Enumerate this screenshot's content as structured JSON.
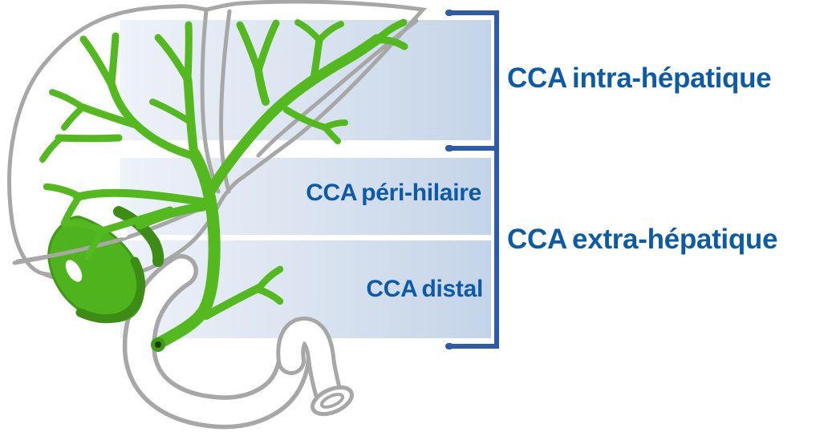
{
  "diagram": {
    "labels": {
      "intra_hepatic": "CCA intra-hépatique",
      "peri_hilar": "CCA péri-hilaire",
      "distal": "CCA distal",
      "extra_hepatic": "CCA extra-hépatique"
    },
    "colors": {
      "label_text_blue": "#0d5aa7",
      "bracket_blue": "#2b5ba9",
      "band_gradient_left": "#eef2f9",
      "band_gradient_right": "#c4d4e8",
      "bile_duct_green": "#53b91f",
      "gallbladder_green": "#4fb31e",
      "gallbladder_shadow_green": "#3c8c15",
      "organ_outline_gray": "#a7a7a7",
      "background": "#ffffff"
    }
  }
}
